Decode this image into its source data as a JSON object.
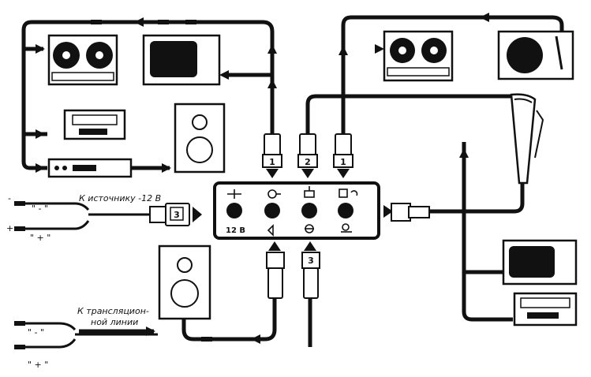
{
  "labels": {
    "source": "К источнику -12 В",
    "broadcast_line1": "К трансляцион-",
    "broadcast_line2": "ной линии",
    "minus_top": "\" - \"",
    "plus_top": "\" + \"",
    "minus_sign": "-",
    "plus_sign": "+",
    "minus_bottom": "\" - \"",
    "plus_bottom": "\" + \"",
    "hub_voltage": "12 В"
  },
  "plug_numbers": {
    "top_left": "1",
    "top_middle": "2",
    "top_right": "1",
    "left_power": "3",
    "bottom_right": "3"
  },
  "colors": {
    "ink": "#111111",
    "paper": "#ffffff"
  }
}
